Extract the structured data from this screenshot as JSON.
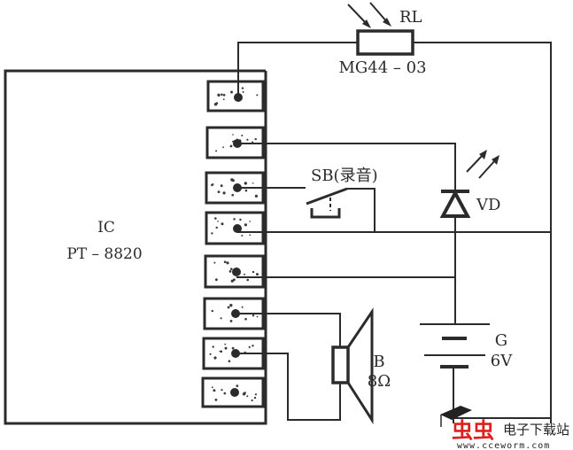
{
  "diagram": {
    "title": "PT-8820 recording circuit",
    "components": {
      "ic": {
        "label": "IC",
        "part": "PT – 8820",
        "pin_count": 8
      },
      "photoresistor": {
        "label": "RL",
        "part": "MG44 – 03"
      },
      "switch": {
        "label": "SB(录音)"
      },
      "led": {
        "label": "VD"
      },
      "speaker": {
        "label": "B",
        "value": "8Ω"
      },
      "battery": {
        "label": "G",
        "value": "6V"
      }
    },
    "watermark": {
      "brand": "虫虫",
      "site_name": "电子下载站",
      "url": "www.cceworm.com"
    },
    "colors": {
      "line": "#2b2b2b",
      "watermark_red": "#e02020"
    }
  }
}
